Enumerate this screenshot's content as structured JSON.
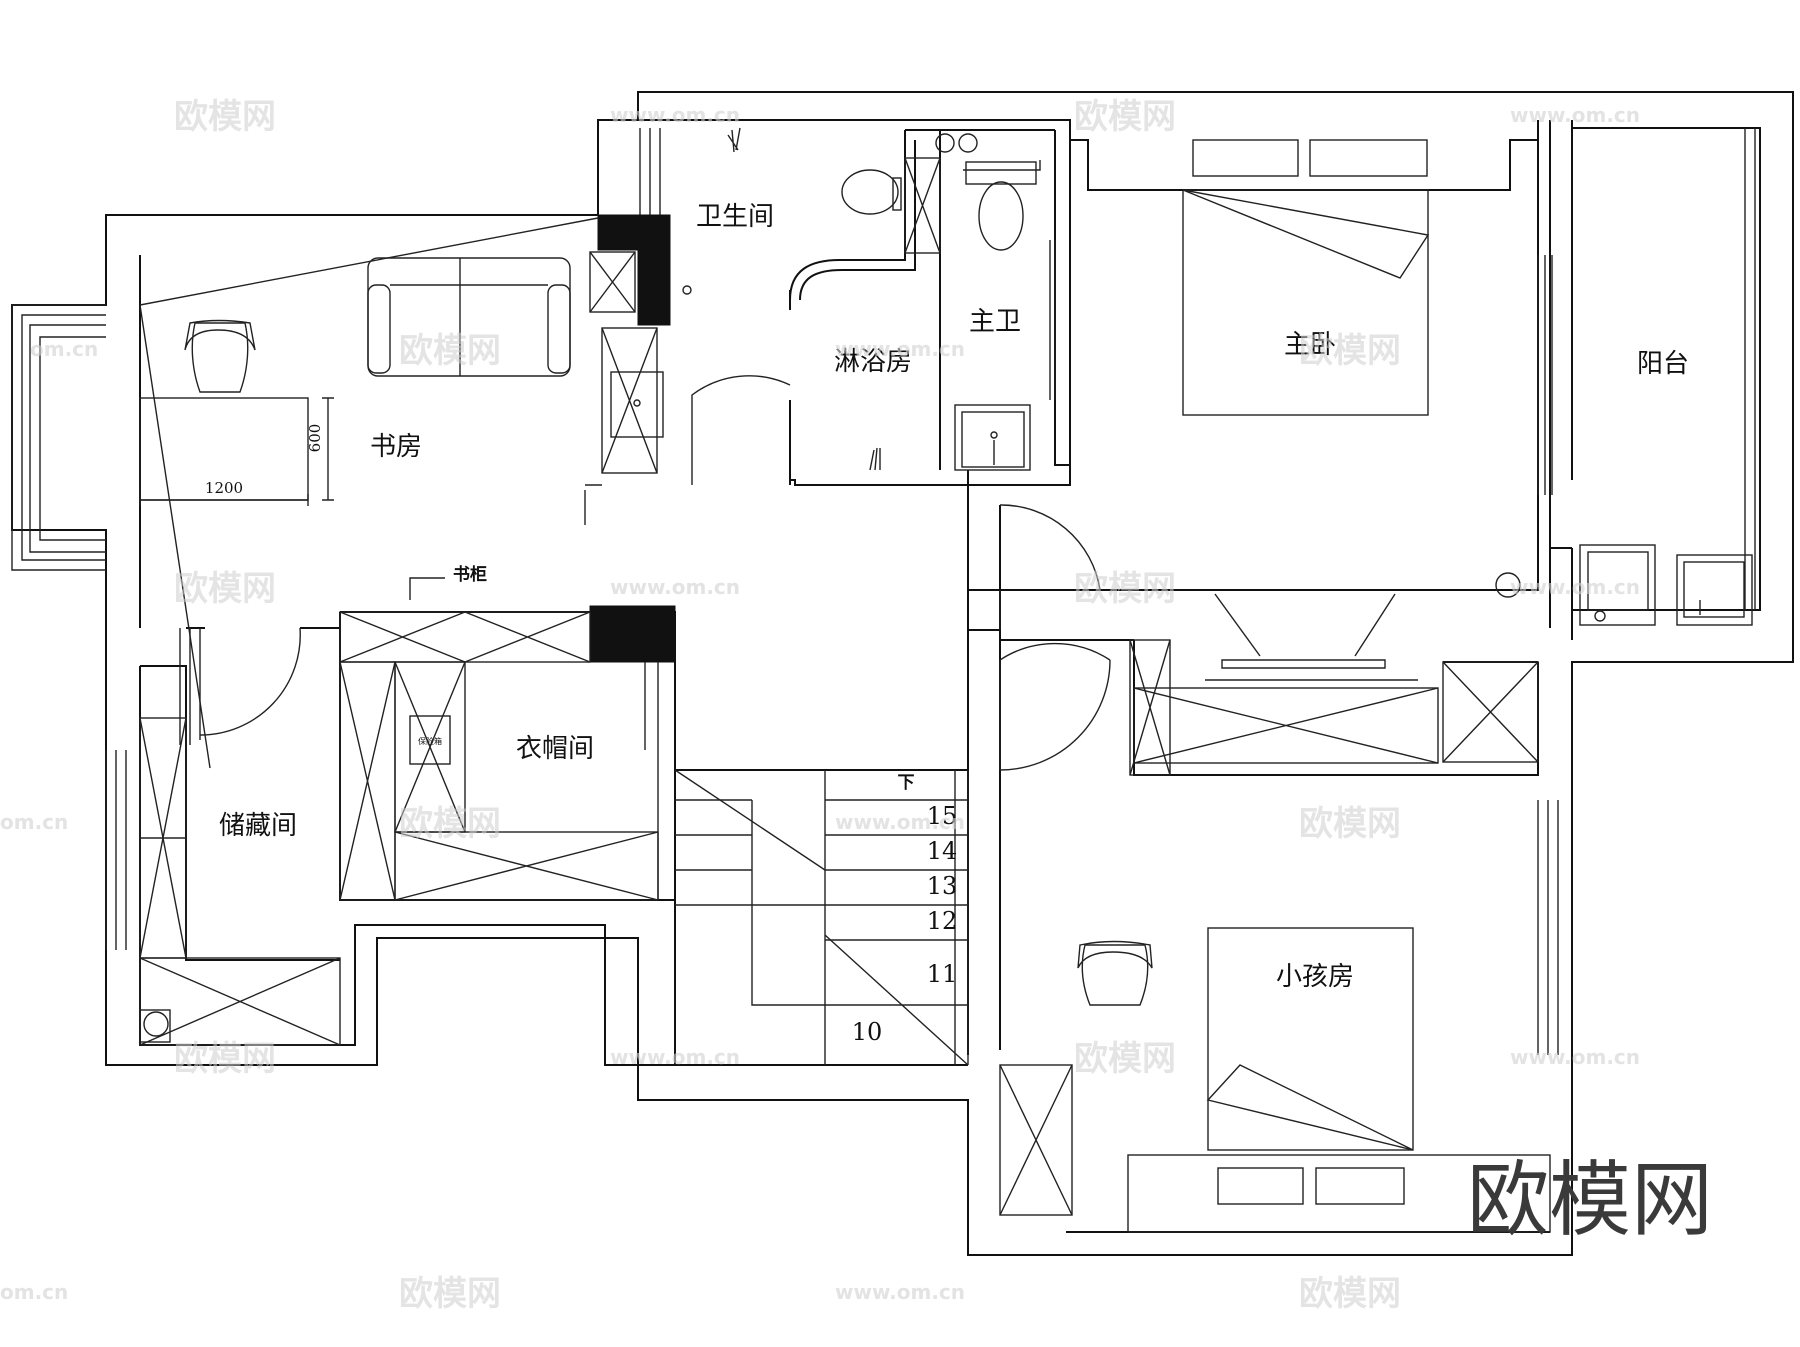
{
  "rooms": {
    "bathroom": "卫生间",
    "master_bath": "主卫",
    "shower": "淋浴房",
    "master_bedroom": "主卧",
    "balcony": "阳台",
    "study": "书房",
    "bookcase": "书柜",
    "cloakroom": "衣帽间",
    "storage": "储藏间",
    "kids_room": "小孩房",
    "safe": "保险箱"
  },
  "dimensions": {
    "width": "1200",
    "depth": "600"
  },
  "stairs": {
    "down_label": "下",
    "steps": [
      "15",
      "14",
      "13",
      "12",
      "11",
      "10"
    ]
  },
  "watermark": {
    "logo": "欧模网",
    "url": "www.om.cn",
    "url_short": "om.cn"
  }
}
